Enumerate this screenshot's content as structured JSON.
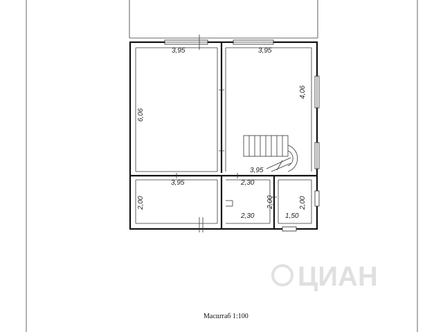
{
  "plan": {
    "scale_label": "Масштаб 1:100",
    "dimensions": {
      "room1_width": "3,95",
      "room1_length": "6,06",
      "room2_width": "3,95",
      "room2_length": "4,06",
      "stair_width": "3,95",
      "room3_width": "3,95",
      "room3_length": "2,00",
      "hall_top": "2,30",
      "hall_bottom": "2,30",
      "hall_side": "2,00",
      "bath_length": "2,00",
      "bath_width": "1,50"
    }
  },
  "watermark": {
    "text": "ЦИАН"
  },
  "colors": {
    "line": "#111111",
    "background": "#ffffff",
    "watermark": "#c8c8c8"
  }
}
